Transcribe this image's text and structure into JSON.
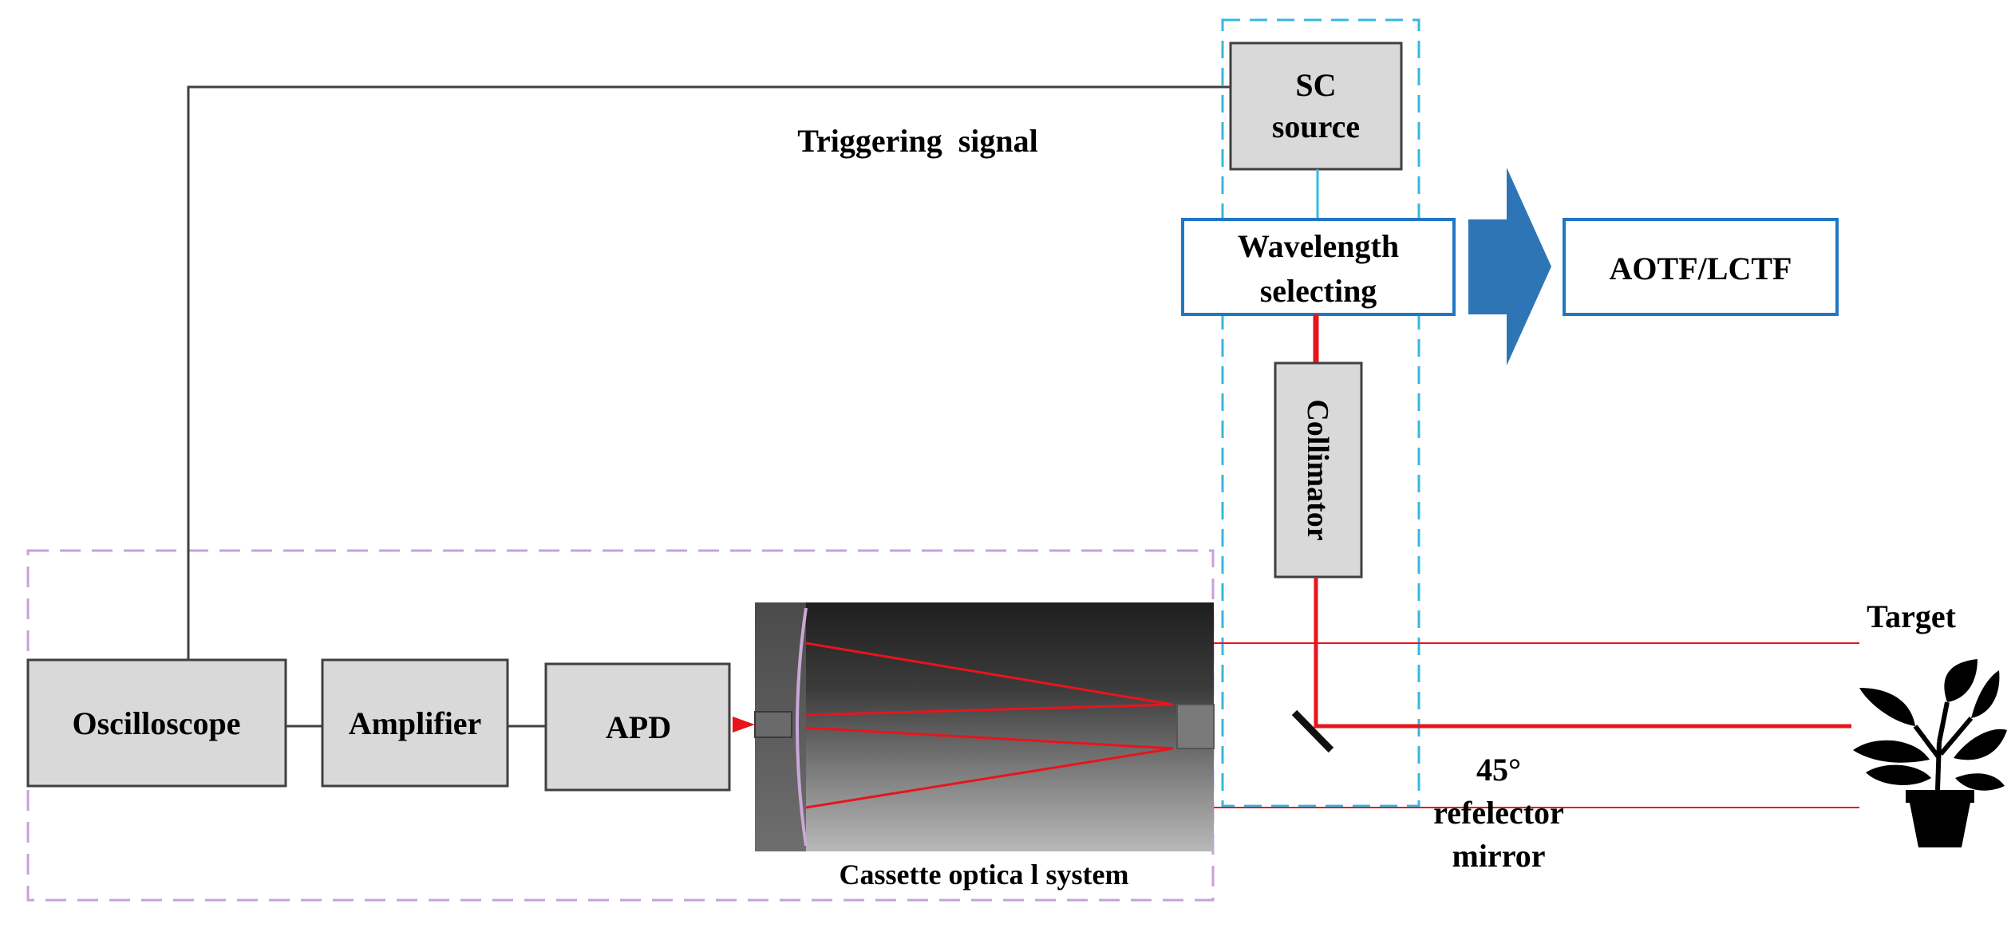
{
  "labels": {
    "trigger": "Triggering  signal",
    "sc_line1": "SC",
    "sc_line2": "source",
    "wavelength_line1": "Wavelength",
    "wavelength_line2": "selecting",
    "aotf": "AOTF/LCTF",
    "collimator": "Collimator",
    "oscilloscope": "Oscilloscope",
    "amplifier": "Amplifier",
    "apd": "APD",
    "cassette": "Cassette optica l system",
    "target": "Target",
    "mirror_line1": "45°",
    "mirror_line2": "refelector",
    "mirror_line3": "mirror"
  },
  "colors": {
    "box_fill": "#d9d9d9",
    "box_stroke": "#404040",
    "blue": "#1f77c4",
    "arrow_blue": "#2e75b6",
    "cyan_dash": "#36b8e0",
    "purple_dash": "#c8a0dc",
    "red": "#e8141c",
    "line": "#404040"
  }
}
